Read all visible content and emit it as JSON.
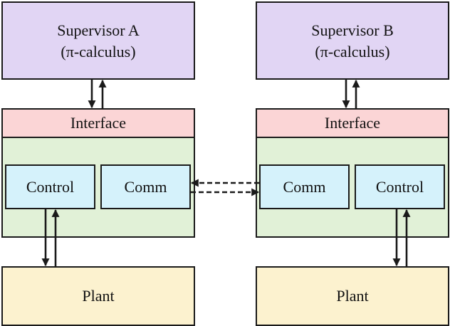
{
  "left": {
    "supervisor": {
      "title": "Supervisor A",
      "subtitle": "(π-calculus)"
    },
    "interface": "Interface",
    "control": "Control",
    "comm": "Comm",
    "plant": "Plant"
  },
  "right": {
    "supervisor": {
      "title": "Supervisor B",
      "subtitle": "(π-calculus)"
    },
    "interface": "Interface",
    "control": "Control",
    "comm": "Comm",
    "plant": "Plant"
  },
  "colors": {
    "supervisor": "#e1d5f4",
    "interface": "#fbd5d6",
    "node_frame": "#e1f1d7",
    "module": "#d5f2fb",
    "plant": "#fcf2cf",
    "stroke": "#1a1a1a"
  }
}
